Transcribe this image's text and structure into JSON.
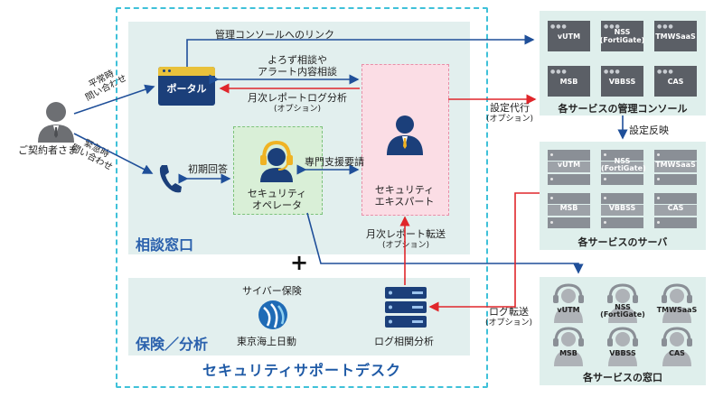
{
  "customer": {
    "label": "ご契約者さま"
  },
  "channels": {
    "normal": {
      "line1": "平常時",
      "line2": "問い合わせ"
    },
    "urgent": {
      "line1": "緊急時",
      "line2": "問い合わせ"
    }
  },
  "consultation": {
    "section_label": "相談窓口",
    "portal_label": "ポータル",
    "console_link_label": "管理コンソールへのリンク",
    "general_consult_line1": "よろず相談や",
    "general_consult_line2": "アラート内容相談",
    "monthly_report_label": "月次レポートログ分析",
    "monthly_report_option": "(オプション)",
    "initial_response_label": "初期回答",
    "specialist_request_label": "専門支援要請",
    "operator_line1": "セキュリティ",
    "operator_line2": "オペレータ",
    "expert_line1": "セキュリティ",
    "expert_line2": "エキスパート"
  },
  "plus_sign": "+",
  "insurance": {
    "section_label": "保険／分析",
    "cyber_insurance_label": "サイバー保険",
    "insurer_label": "東京海上日動",
    "log_analysis_label": "ログ相関分析",
    "monthly_transfer_label": "月次レポート転送",
    "monthly_transfer_option": "(オプション)"
  },
  "desk_title": "セキュリティサポートデスク",
  "settings_proxy": {
    "label": "設定代行",
    "option": "(オプション)"
  },
  "settings_apply_label": "設定反映",
  "log_transfer": {
    "label": "ログ転送",
    "option": "(オプション)"
  },
  "services": {
    "names": [
      "vUTM",
      "NSS\n(FortiGate)",
      "TMWSaaS",
      "MSB",
      "VBBSS",
      "CAS"
    ],
    "console_caption": "各サービスの管理コンソール",
    "server_caption": "各サービスのサーバ",
    "desk_caption": "各サービスの窓口"
  },
  "colors": {
    "accent_blue": "#1f5aa6",
    "arrow_red": "#e0262b",
    "frame_cyan": "#3fc1d9"
  }
}
